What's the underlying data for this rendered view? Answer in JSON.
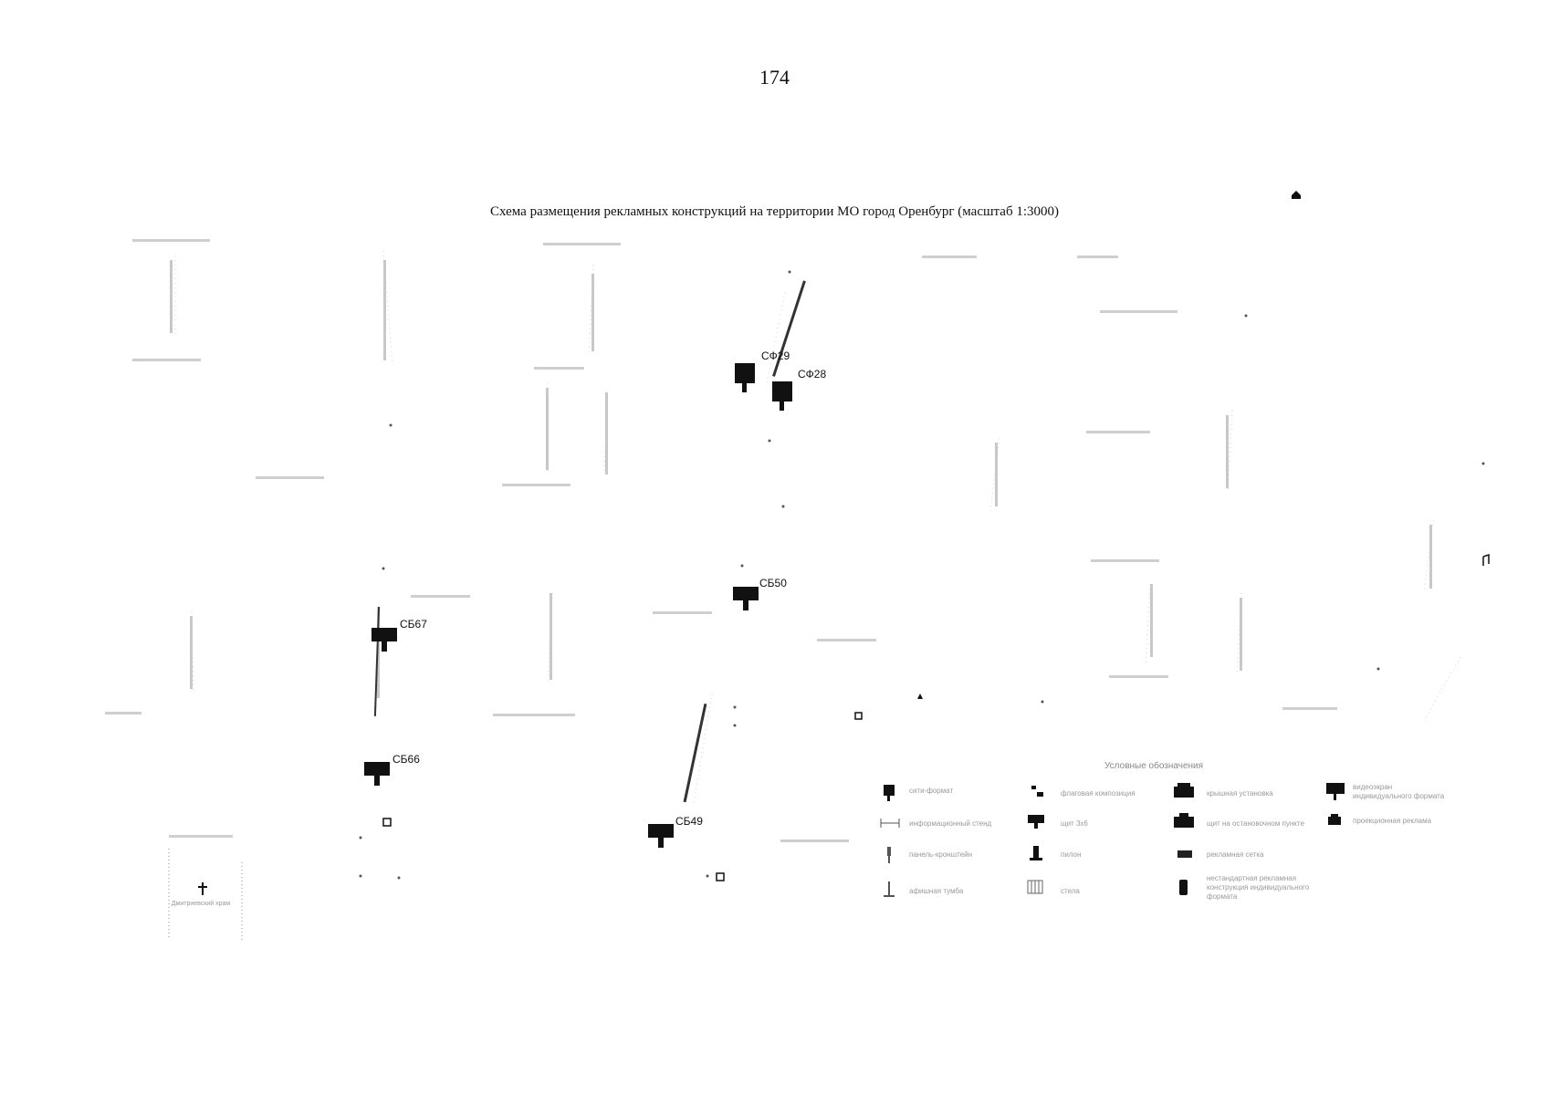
{
  "page_number": "174",
  "map_title": "Схема размещения рекламных конструкций на территории МО город Оренбург (масштаб 1:3000)",
  "markers": [
    {
      "id": "СФ29"
    },
    {
      "id": "СФ28"
    },
    {
      "id": "СБ50"
    },
    {
      "id": "СБ67"
    },
    {
      "id": "СБ66"
    },
    {
      "id": "СБ49"
    }
  ],
  "legend": {
    "title": "Условные обозначения",
    "items": [
      {
        "label": "сити-формат",
        "icon": "city-format-icon"
      },
      {
        "label": "информационный стенд",
        "icon": "info-stand-icon"
      },
      {
        "label": "панель-кронштейн",
        "icon": "panel-bracket-icon"
      },
      {
        "label": "афишная тумба",
        "icon": "poster-column-icon"
      },
      {
        "label": "флаговая композиция",
        "icon": "flag-composition-icon"
      },
      {
        "label": "щит 3х6",
        "icon": "billboard-icon"
      },
      {
        "label": "пилон",
        "icon": "pylon-icon"
      },
      {
        "label": "стела",
        "icon": "stele-icon"
      },
      {
        "label": "крышная установка",
        "icon": "roof-installation-icon"
      },
      {
        "label": "щит на остановочном пункте",
        "icon": "bus-stop-board-icon"
      },
      {
        "label": "рекламная сетка",
        "icon": "advertising-mesh-icon"
      },
      {
        "label": "нестандартная рекламная конструкция индивидуального формата",
        "icon": "nonstandard-structure-icon"
      },
      {
        "label": "видеоэкран индивидуального формата",
        "icon": "video-screen-icon"
      },
      {
        "label": "проекционная реклама",
        "icon": "projection-icon"
      }
    ]
  },
  "pois": [
    {
      "label": "Дмитриевский храм",
      "icon": "church-cross-icon"
    }
  ],
  "colors": {
    "ink": "#111111",
    "faint": "#b8b8b8"
  }
}
